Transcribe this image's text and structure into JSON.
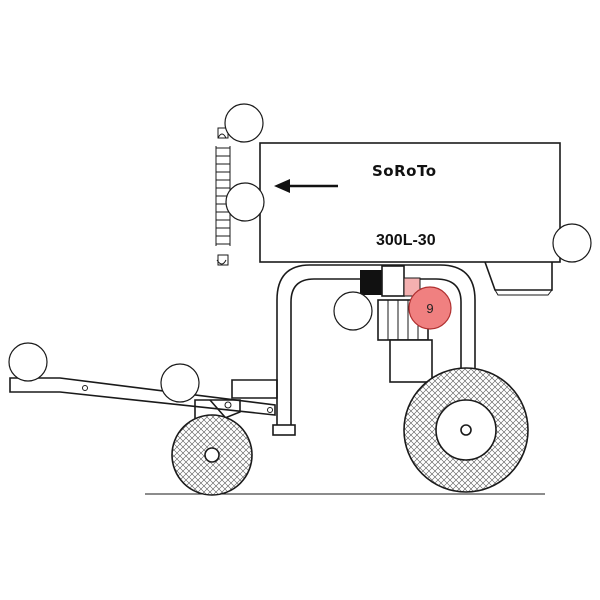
{
  "machine": {
    "brand_label": "SoRoTo",
    "model_label": "300L-30"
  },
  "callouts": {
    "highlighted_number": "9"
  },
  "colors": {
    "highlight_fill": "#f08080",
    "line": "#1a1a1a"
  }
}
